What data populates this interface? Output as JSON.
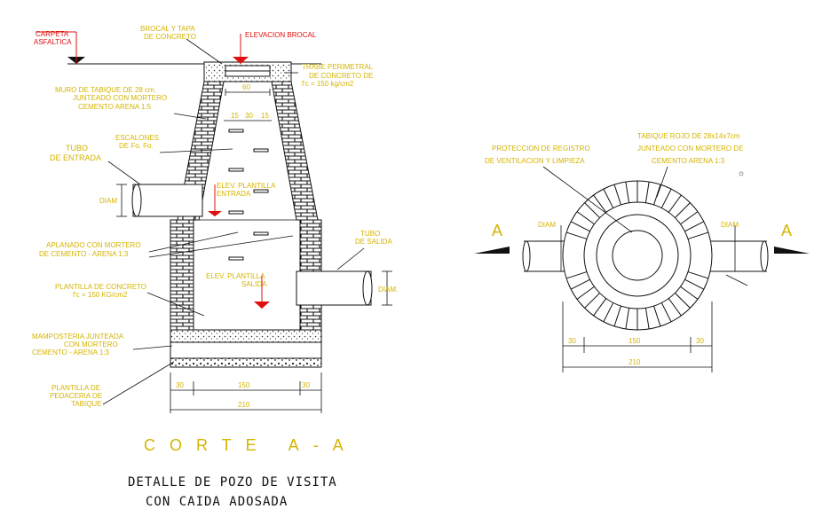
{
  "labels": {
    "carpeta_1": "CARPETA",
    "carpeta_2": "ASFALTICA",
    "brocal_1": "BROCAL Y TAPA",
    "brocal_2": "DE CONCRETO",
    "elev_brocal": "ELEVACION BROCAL",
    "trabe_1": "TRABE PERIMETRAL",
    "trabe_2": "DE CONCRETO DE",
    "trabe_3": "f'c = 150 kg/cm2",
    "muro_1": "MURO DE TABIQUE DE 28 cm.",
    "muro_2": "JUNTEADO CON MORTERO",
    "muro_3": "CEMENTO ARENA 1:5",
    "escalones_1": "ESCALONES",
    "escalones_2": "DE Fo. Fo.",
    "tubo_entrada_1": "TUBO",
    "tubo_entrada_2": "DE ENTRADA",
    "diam": "DIAM",
    "elev_plantilla_entrada_1": "ELEV. PLANTILLA",
    "elev_plantilla_entrada_2": "ENTRADA",
    "tubo_salida_1": "TUBO",
    "tubo_salida_2": "DE SALIDA",
    "aplanado_1": "APLANADO CON MORTERO",
    "aplanado_2": "DE CEMENTO - ARENA 1:3",
    "elev_plantilla_salida_1": "ELEV. PLANTILLA",
    "elev_plantilla_salida_2": "SALIDA",
    "plantilla_concreto_1": "PLANTILLA DE CONCRETO",
    "plantilla_concreto_2": "f'c = 150 KG/cm2",
    "diam_dot": "DIAM.",
    "mamposteria_1": "MAMPOSTERIA JUNTEADA",
    "mamposteria_2": "CON MORTERO",
    "mamposteria_3": "CEMENTO - ARENA 1:3",
    "plantilla_pedaceria_1": "PLANTILLA DE",
    "plantilla_pedaceria_2": "PEDACERIA DE",
    "plantilla_pedaceria_3": "TABIQUE",
    "proteccion_1": "PROTECCION DE REGISTRO",
    "proteccion_2": "DE VENTILACION Y LIMPIEZA",
    "tabique_rojo_1": "TABIQUE ROJO DE 28x14x7cm",
    "tabique_rojo_2": "JUNTEADO CON MORTERO DE",
    "tabique_rojo_3": "CEMENTO ARENA 1:3",
    "section_mark": "A"
  },
  "dimensions": {
    "d60": "60",
    "d15a": "15",
    "d30c": "30",
    "d15b": "15",
    "d30": "30",
    "d150": "150",
    "d210": "210"
  },
  "titles": {
    "corte": "CORTE A-A",
    "detalle_1": "DETALLE DE POZO DE VISITA",
    "detalle_2": "CON CAIDA ADOSADA"
  },
  "colors": {
    "line": "#000000",
    "annotation": "#d4b400",
    "accent": "#e01010",
    "background": "#ffffff"
  }
}
